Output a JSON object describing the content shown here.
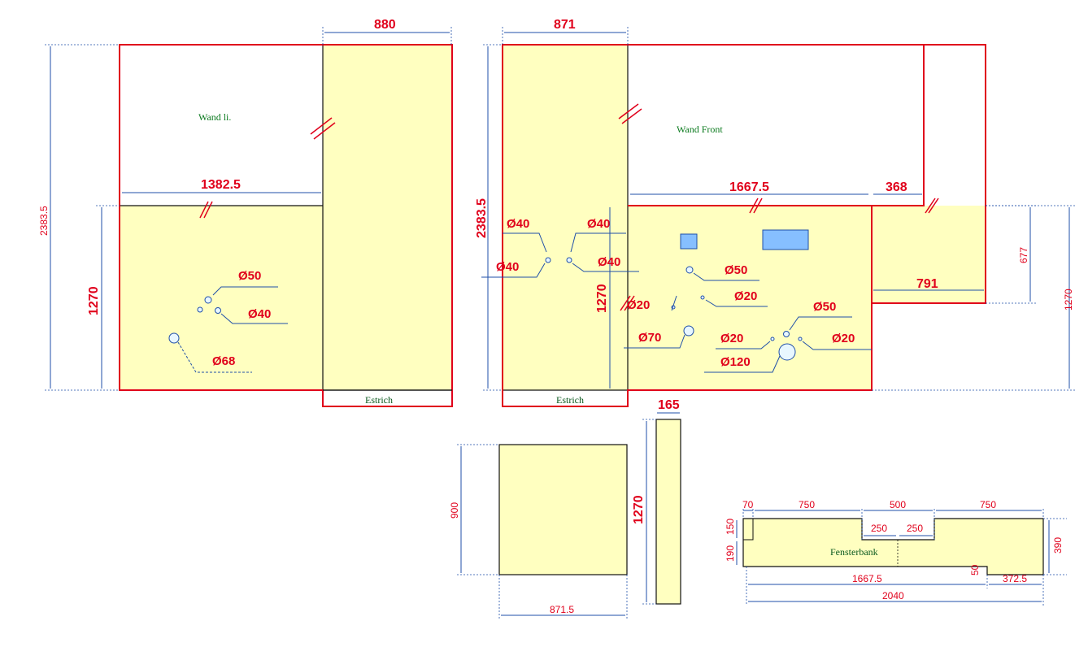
{
  "labels": {
    "wall_left": "Wand li.",
    "wall_front": "Wand Front",
    "estrich": "Estrich",
    "fensterbank": "Fensterbank"
  },
  "dims": {
    "left_top_width": "880",
    "left_height_total": "2383.5",
    "left_counter_width": "1382.5",
    "left_counter_height": "1270",
    "front_top_width": "871",
    "front_height_total": "2383.5",
    "front_counter_width": "1667.5",
    "front_right_width": "368",
    "front_counter_height": "1270",
    "front_right_height": "677",
    "front_step_width": "791",
    "front_right_total": "1270",
    "panel_900_height": "900",
    "panel_900_width": "871.5",
    "strip_width": "165",
    "strip_height": "1270",
    "fb_70": "70",
    "fb_750a": "750",
    "fb_500": "500",
    "fb_750b": "750",
    "fb_250a": "250",
    "fb_250b": "250",
    "fb_150": "150",
    "fb_190": "190",
    "fb_390": "390",
    "fb_50": "50",
    "fb_1667": "1667.5",
    "fb_372": "372.5",
    "fb_2040": "2040"
  },
  "holes": {
    "left_d50": "Ø50",
    "left_d40": "Ø40",
    "left_d68": "Ø68",
    "f_d40_a": "Ø40",
    "f_d40_b": "Ø40",
    "f_d40_c": "Ø40",
    "f_d40_d": "Ø40",
    "f_d50_a": "Ø50",
    "f_d20_a": "Ø20",
    "f_d20_b": "Ø20",
    "f_d70": "Ø70",
    "f_d20_c": "Ø20",
    "f_d120": "Ø120",
    "f_d50_b": "Ø50",
    "f_d20_d": "Ø20"
  },
  "colors": {
    "panel_fill": "#ffffc0",
    "outline_red": "#e0001b",
    "dimension_blue": "#1f4fa8",
    "label_green": "#0b7a1e",
    "cutout_blue": "#86bfff"
  }
}
